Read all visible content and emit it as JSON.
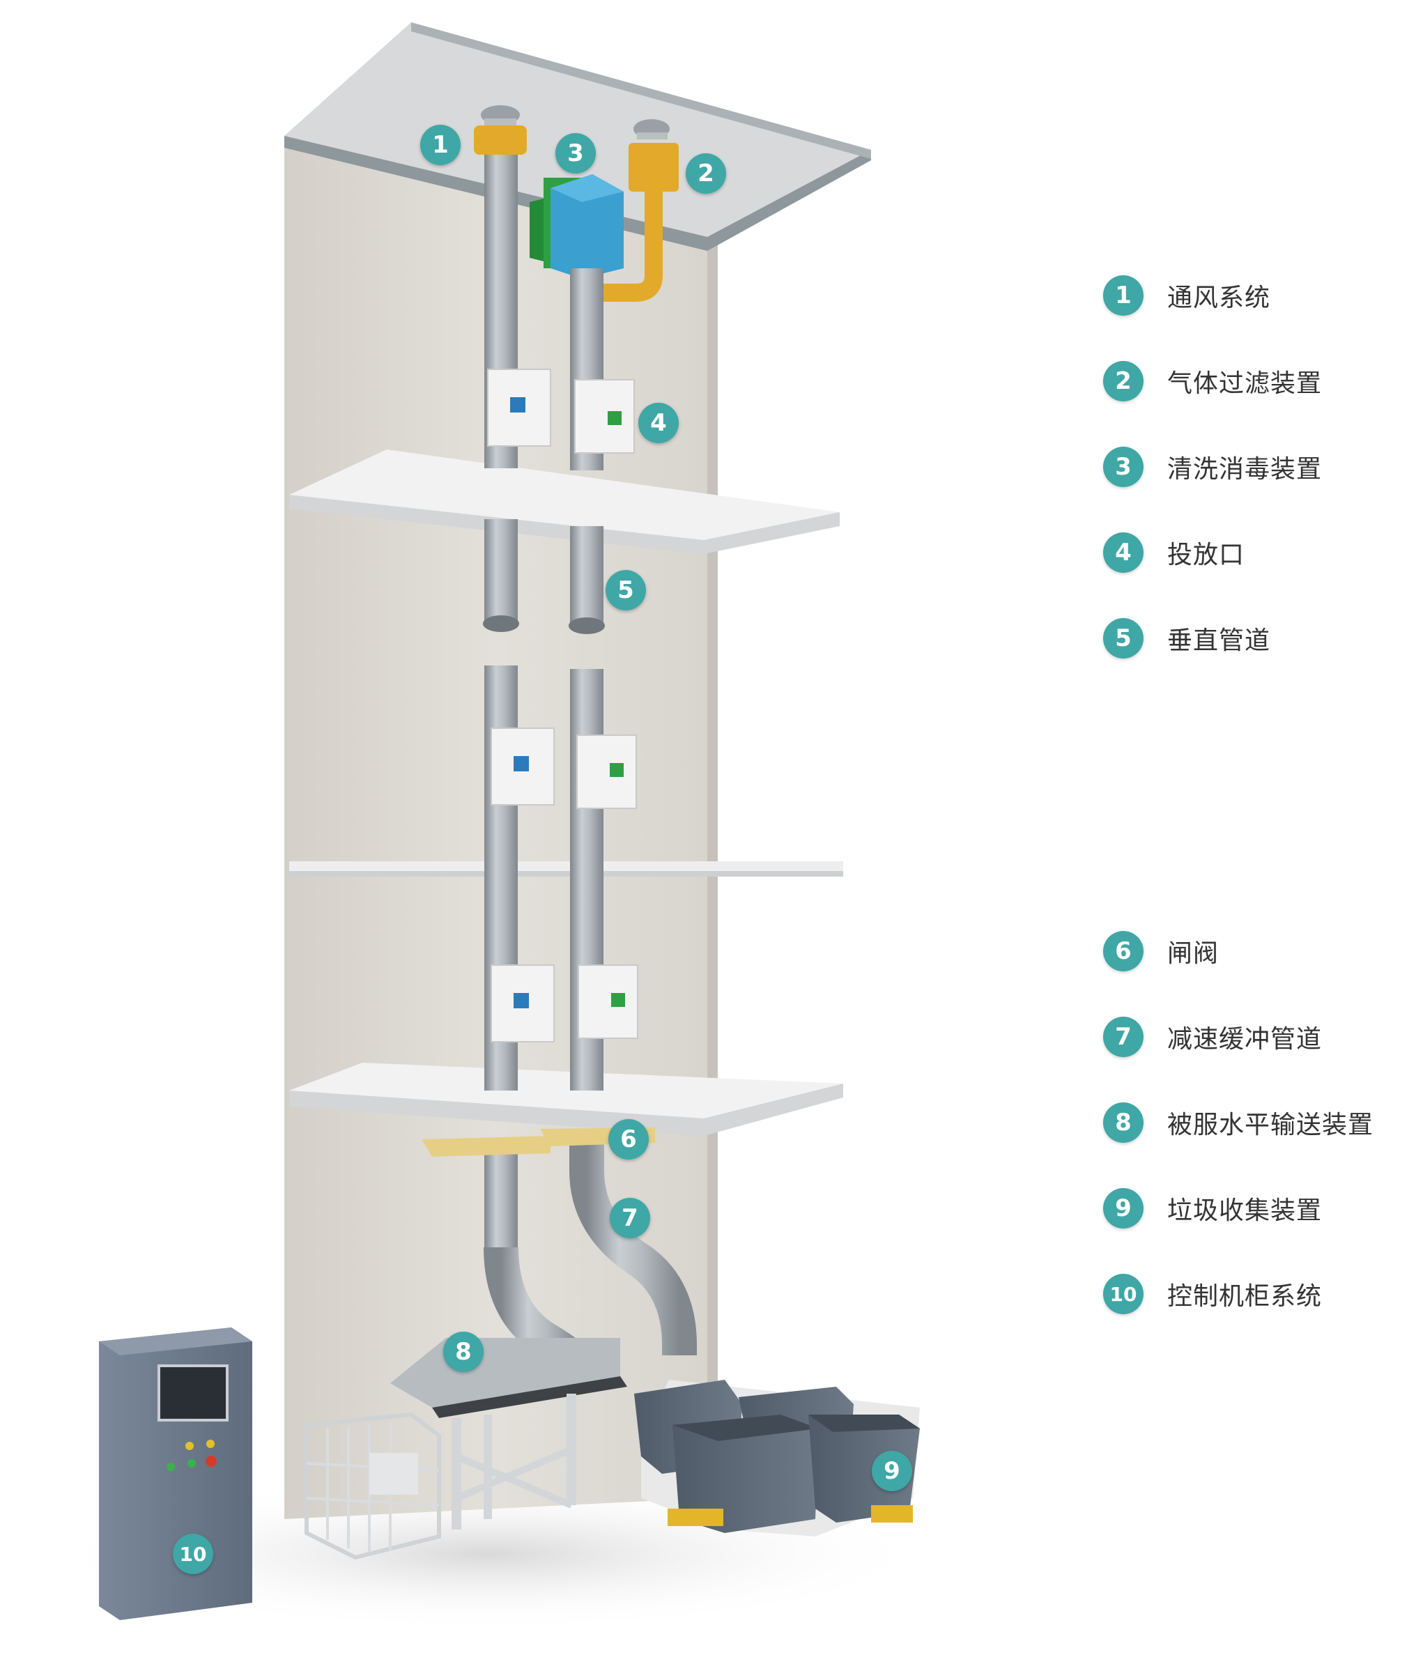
{
  "legend": [
    {
      "num": "1",
      "label": "通风系统"
    },
    {
      "num": "2",
      "label": "气体过滤装置"
    },
    {
      "num": "3",
      "label": "清洗消毒装置"
    },
    {
      "num": "4",
      "label": "投放口"
    },
    {
      "num": "5",
      "label": "垂直管道"
    },
    {
      "num": "6",
      "label": "闸阀"
    },
    {
      "num": "7",
      "label": "减速缓冲管道"
    },
    {
      "num": "8",
      "label": "被服水平输送装置"
    },
    {
      "num": "9",
      "label": "垃圾收集装置"
    },
    {
      "num": "10",
      "label": "控制机柜系统"
    }
  ],
  "colors": {
    "accent": "#3fa7a6",
    "wall": "#dedad4",
    "slab": "#efefef",
    "pipe": "#a9afb4",
    "filter": "#e3a92a",
    "cleaner_blue": "#3b9fd0",
    "cleaner_green": "#2ea043",
    "bin": "#5d6a78",
    "cabinet": "#6d7b8c"
  }
}
